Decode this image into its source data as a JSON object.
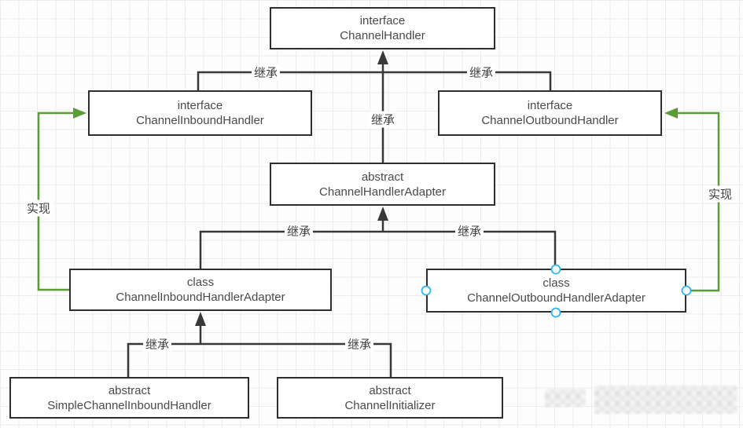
{
  "diagram": {
    "nodes": [
      {
        "stereotype": "interface",
        "name": "ChannelHandler"
      },
      {
        "stereotype": "interface",
        "name": "ChannelInboundHandler"
      },
      {
        "stereotype": "interface",
        "name": "ChannelOutboundHandler"
      },
      {
        "stereotype": "abstract",
        "name": "ChannelHandlerAdapter"
      },
      {
        "stereotype": "class",
        "name": "ChannelInboundHandlerAdapter"
      },
      {
        "stereotype": "class",
        "name": "ChannelOutboundHandlerAdapter"
      },
      {
        "stereotype": "abstract",
        "name": "SimpleChannelInboundHandler"
      },
      {
        "stereotype": "abstract",
        "name": "ChannelInitializer"
      }
    ],
    "edge_labels": {
      "extends": "继承",
      "implements": "实现"
    },
    "colors": {
      "node_border": "#2e2e2e",
      "connector": "#383838",
      "implements_line": "#5b9c39",
      "selection_handle": "#29b6f2",
      "text": "#4a4a4a",
      "grid": "#ececec",
      "background": "#fdfdfd"
    }
  }
}
